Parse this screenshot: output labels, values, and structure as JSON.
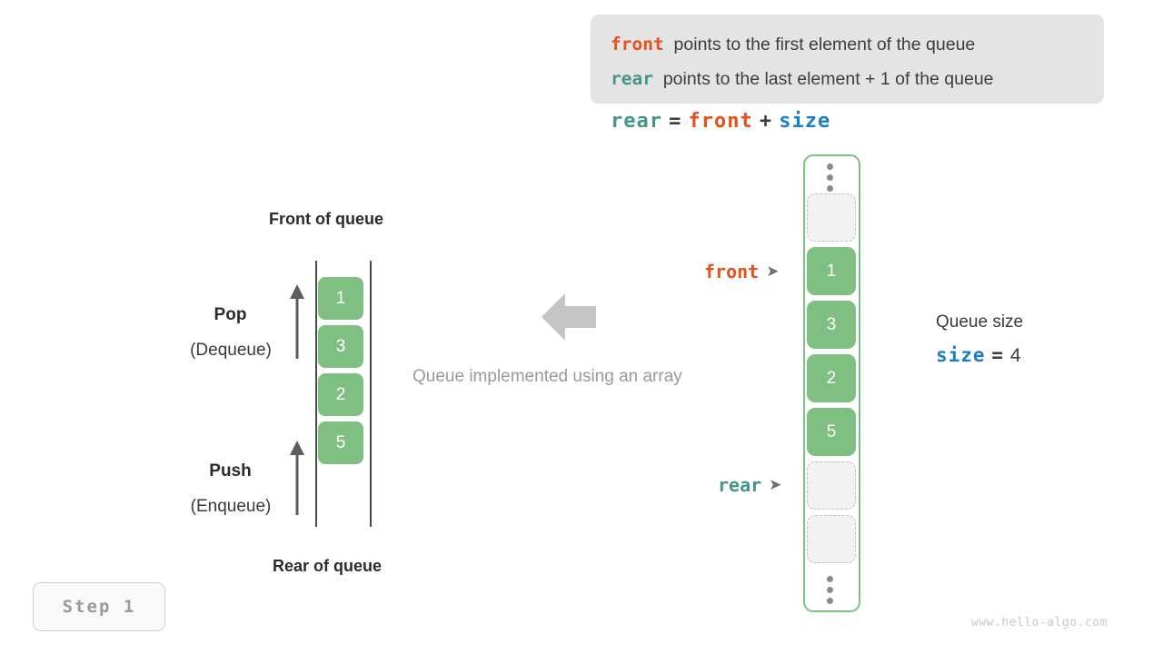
{
  "legend": {
    "line1": {
      "term": "front",
      "text": "points to the first element of the queue"
    },
    "line2": {
      "term": "rear",
      "text": "points to the last element + 1 of the queue"
    }
  },
  "formula": {
    "lhs": "rear",
    "equals": "=",
    "rhs1": "front",
    "plus": "+",
    "rhs2": "size"
  },
  "left_diagram": {
    "top_label": "Front of queue",
    "bottom_label": "Rear of queue",
    "pop": {
      "title": "Pop",
      "subtitle": "(Dequeue)"
    },
    "push": {
      "title": "Push",
      "subtitle": "(Enqueue)"
    },
    "cells": [
      "1",
      "3",
      "2",
      "5"
    ]
  },
  "center": {
    "caption": "Queue implemented using an array",
    "arrow_icon": "left-arrow-icon"
  },
  "array": {
    "pointers": {
      "front": {
        "label": "front",
        "marker": "➤"
      },
      "rear": {
        "label": "rear",
        "marker": "➤"
      }
    },
    "cells": [
      {
        "kind": "dots",
        "value": ""
      },
      {
        "kind": "empty",
        "value": ""
      },
      {
        "kind": "filled",
        "value": "1"
      },
      {
        "kind": "filled",
        "value": "3"
      },
      {
        "kind": "filled",
        "value": "2"
      },
      {
        "kind": "filled",
        "value": "5"
      },
      {
        "kind": "empty",
        "value": ""
      },
      {
        "kind": "empty",
        "value": ""
      },
      {
        "kind": "dots",
        "value": ""
      }
    ]
  },
  "queue_size": {
    "title": "Queue size",
    "term": "size",
    "equals": "=",
    "value": "4"
  },
  "step_badge": {
    "label": "Step 1"
  },
  "watermark": {
    "text": "www.hello-algo.com"
  },
  "colors": {
    "front": "#e8501a",
    "rear": "#43958a",
    "size": "#1a7fc4",
    "cell_green": "#7fbf82",
    "legend_bg": "#e4e4e4",
    "muted": "#9a9a9a"
  }
}
